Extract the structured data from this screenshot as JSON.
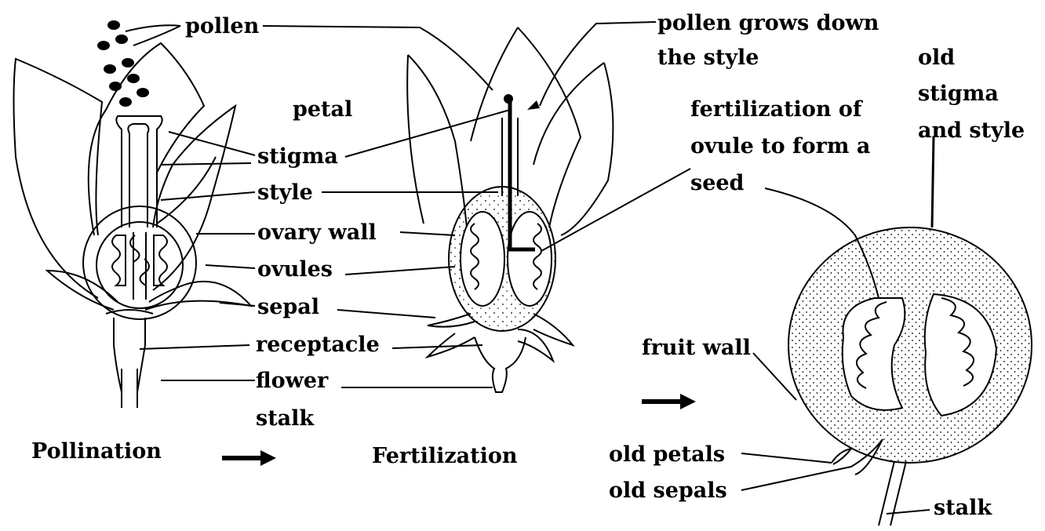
{
  "labels": {
    "pollen": "pollen",
    "petal": "petal",
    "stigma": "stigma",
    "style": "style",
    "ovary_wall": "ovary wall",
    "ovules": "ovules",
    "sepal": "sepal",
    "receptacle": "receptacle",
    "flower": "flower",
    "stalk_1": "stalk",
    "pollen_grows_1": "pollen grows down",
    "pollen_grows_2": "the style",
    "fertilization_1": "fertilization of",
    "fertilization_2": "ovule to form a",
    "fertilization_3": "seed",
    "old_stigma_1": "old",
    "old_stigma_2": "stigma",
    "old_stigma_3": "and style",
    "fruit_wall": "fruit wall",
    "old_petals": "old petals",
    "old_sepals": "old sepals",
    "stalk_2": "stalk"
  },
  "stages": {
    "pollination": "Pollination",
    "fertilization": "Fertilization"
  }
}
